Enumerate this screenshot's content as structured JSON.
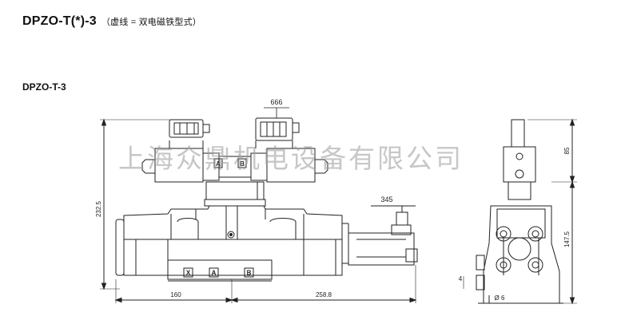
{
  "header": {
    "title": "DPZO-T(*)-3",
    "note": "（虚线 = 双电磁铁型式）"
  },
  "drawing": {
    "model": "DPZO-T-3",
    "dimensions": {
      "top": "666",
      "right_connector": "345",
      "height_left": "232.5",
      "side_top": "85",
      "side_body": "147.5",
      "bottom_left": "160",
      "bottom_right": "258.8",
      "hole_dia": "Ø 6",
      "small_left": "4"
    },
    "port_labels": {
      "x": "X",
      "a": "A",
      "b": "B",
      "coil_a": "A",
      "coil_b": "B"
    }
  },
  "watermark": {
    "text": "上海众鼎机电设备有限公司"
  }
}
